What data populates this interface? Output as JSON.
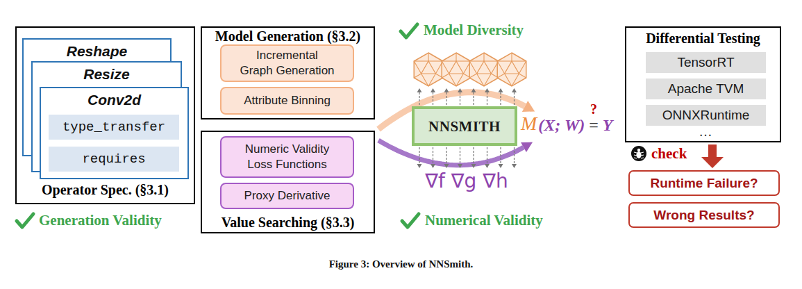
{
  "diagram": {
    "caption": "Figure 3: Overview of NNSmith.",
    "nodes": [
      {
        "text": [
          "Operator Spec. (§3.1)"
        ]
      },
      {
        "text": [
          "Reshape"
        ],
        "in": 0
      },
      {
        "text": [
          "Resize"
        ],
        "in": 0
      },
      {
        "text": [
          "Conv2d"
        ],
        "in": 0
      },
      {
        "text": [
          "type_transfer"
        ],
        "in": 3
      },
      {
        "text": [
          "requires"
        ],
        "in": 3
      },
      {
        "text": [
          "Model Generation (§3.2)"
        ]
      },
      {
        "text": [
          "Incremental Graph Generation"
        ],
        "in": 6
      },
      {
        "text": [
          "Attribute Binning"
        ],
        "in": 6
      },
      {
        "text": [
          "Value Searching (§3.3)"
        ]
      },
      {
        "text": [
          "Numeric Validity Loss Functions"
        ],
        "in": 9
      },
      {
        "text": [
          "Proxy Derivative"
        ],
        "in": 9
      },
      {
        "text": [
          "NNSMITH"
        ]
      },
      {
        "text": [
          "Differential Testing"
        ]
      },
      {
        "text": [
          "TensorRT"
        ],
        "in": 13
      },
      {
        "text": [
          "Apache TVM"
        ],
        "in": 13
      },
      {
        "text": [
          "ONNXRuntime"
        ],
        "in": 13
      },
      {
        "text": [
          "Runtime Failure?"
        ]
      },
      {
        "text": [
          "Wrong Results?"
        ]
      }
    ],
    "labels": [
      "Generation Validity",
      "Model Diversity",
      "Numerical Validity",
      "M",
      "(X; W)",
      "?",
      "=",
      "Y",
      "∇f ∇g ∇h",
      "…",
      "check"
    ]
  }
}
